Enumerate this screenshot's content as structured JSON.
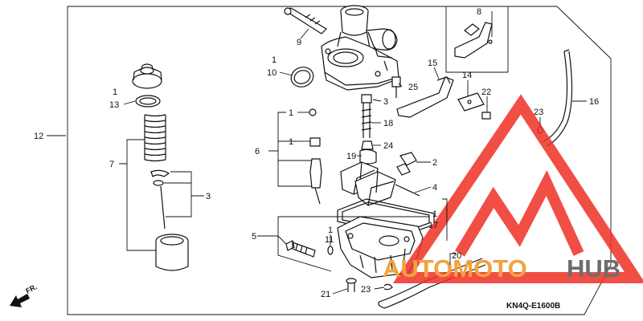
{
  "diagram": {
    "code": "KN4Q-E1600B",
    "fr_label": "FR.",
    "labels": {
      "l12": "12",
      "l1_a": "1",
      "l13": "13",
      "l7": "7",
      "l3": "3",
      "l9": "9",
      "l8": "8",
      "l1_b": "1",
      "l10": "10",
      "l15": "15",
      "l25": "25",
      "l14": "14",
      "l22": "22",
      "l16": "16",
      "l23_a": "23",
      "l1_c": "1",
      "l3_b": "3",
      "l18": "18",
      "l6": "6",
      "l1_d": "1",
      "l19": "19",
      "l24": "24",
      "l2": "2",
      "l4": "4",
      "l1_e": "1",
      "l17": "17",
      "l5": "5",
      "l1_f": "1",
      "l11": "11",
      "l20": "20",
      "l21": "21",
      "l23_b": "23"
    }
  },
  "watermark": {
    "part1": "AUTOMOTO",
    "part2": "HUB",
    "color_primary": "#ee2f25",
    "color_secondary": "#f3a23f",
    "color_gray": "#6d6d6d"
  }
}
